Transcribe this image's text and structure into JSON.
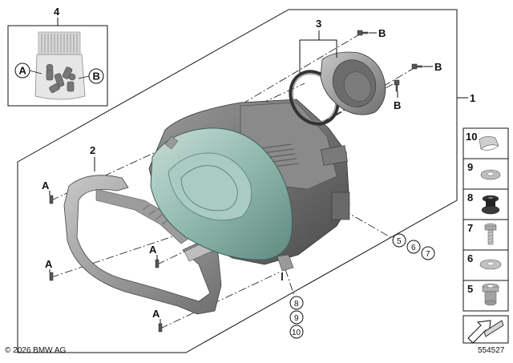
{
  "diagram": {
    "labels": {
      "main": "1",
      "bracket": "2",
      "cover": "3",
      "kit": "4",
      "a": "A",
      "b": "B"
    },
    "callout_circles": [
      "5",
      "6",
      "7",
      "8",
      "9",
      "10"
    ],
    "legend": [
      {
        "num": "10",
        "part": "clip-icon"
      },
      {
        "num": "9",
        "part": "washer-icon"
      },
      {
        "num": "8",
        "part": "rubber-grommet-icon"
      },
      {
        "num": "7",
        "part": "screw-icon"
      },
      {
        "num": "6",
        "part": "flat-washer-icon"
      },
      {
        "num": "5",
        "part": "spacer-bushing-icon"
      }
    ]
  },
  "footer": {
    "copyright": "© 2026 BMW AG",
    "diagram_id": "554527"
  },
  "colors": {
    "line": "#111111",
    "part_grey": "#8a8a8a",
    "part_dark": "#5a5a5a",
    "lens_tint": "#8fb8ae",
    "legend_bg": "#ececec"
  }
}
